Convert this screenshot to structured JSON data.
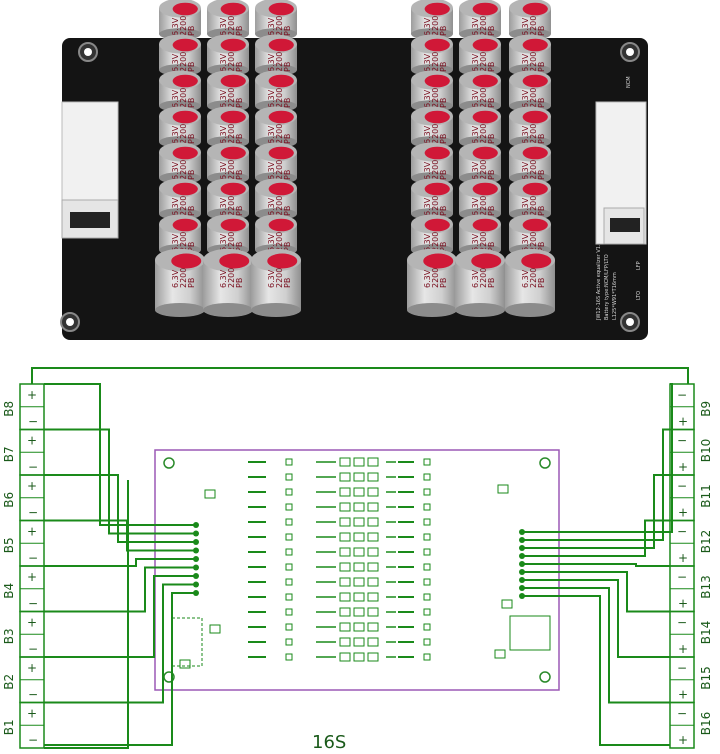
{
  "photo": {
    "capacitor": {
      "voltage": "6.3V",
      "capacitance": "2200",
      "series": "PB"
    },
    "left_bank_rows": 8,
    "right_bank_rows": 8,
    "board_text_lines": [
      "JW12-16S Active equalizer V1.0",
      "Battery type:NCM/LFP/LTO",
      "L125*W91*T16mm"
    ],
    "right_small_labels": [
      "NCM",
      "LFP",
      "LTO"
    ],
    "colors": {
      "board": "#141414",
      "cap_body": "#c9c9c9",
      "cap_top": "#d01837",
      "connector": "#f2f2f2"
    }
  },
  "schematic": {
    "title": "16S",
    "left_batteries": [
      "B8",
      "B7",
      "B6",
      "B5",
      "B4",
      "B3",
      "B2",
      "B1"
    ],
    "right_batteries": [
      "B9",
      "B10",
      "B11",
      "B12",
      "B13",
      "B14",
      "B15",
      "B16"
    ],
    "terminal_plus": "+",
    "terminal_minus": "−",
    "colors": {
      "wire": "#1a8a1a",
      "outline": "#9b59b6"
    }
  }
}
